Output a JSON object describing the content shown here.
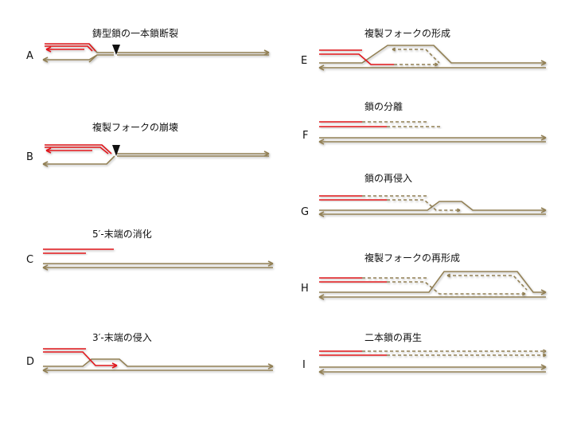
{
  "colors": {
    "template": "#928055",
    "new_strand": "#e0161b",
    "marker": "#111111"
  },
  "panels": [
    {
      "id": "A",
      "label": "A",
      "title": "鋳型鎖の一本鎖断裂"
    },
    {
      "id": "B",
      "label": "B",
      "title": "複製フォークの崩壊"
    },
    {
      "id": "C",
      "label": "C",
      "title": "5′-末端の消化"
    },
    {
      "id": "D",
      "label": "D",
      "title": "3′-末端の侵入"
    },
    {
      "id": "E",
      "label": "E",
      "title": "複製フォークの形成"
    },
    {
      "id": "F",
      "label": "F",
      "title": "鎖の分離"
    },
    {
      "id": "G",
      "label": "G",
      "title": "鎖の再侵入"
    },
    {
      "id": "H",
      "label": "H",
      "title": "複製フォークの再形成"
    },
    {
      "id": "I",
      "label": "I",
      "title": "二本鎖の再生"
    }
  ]
}
